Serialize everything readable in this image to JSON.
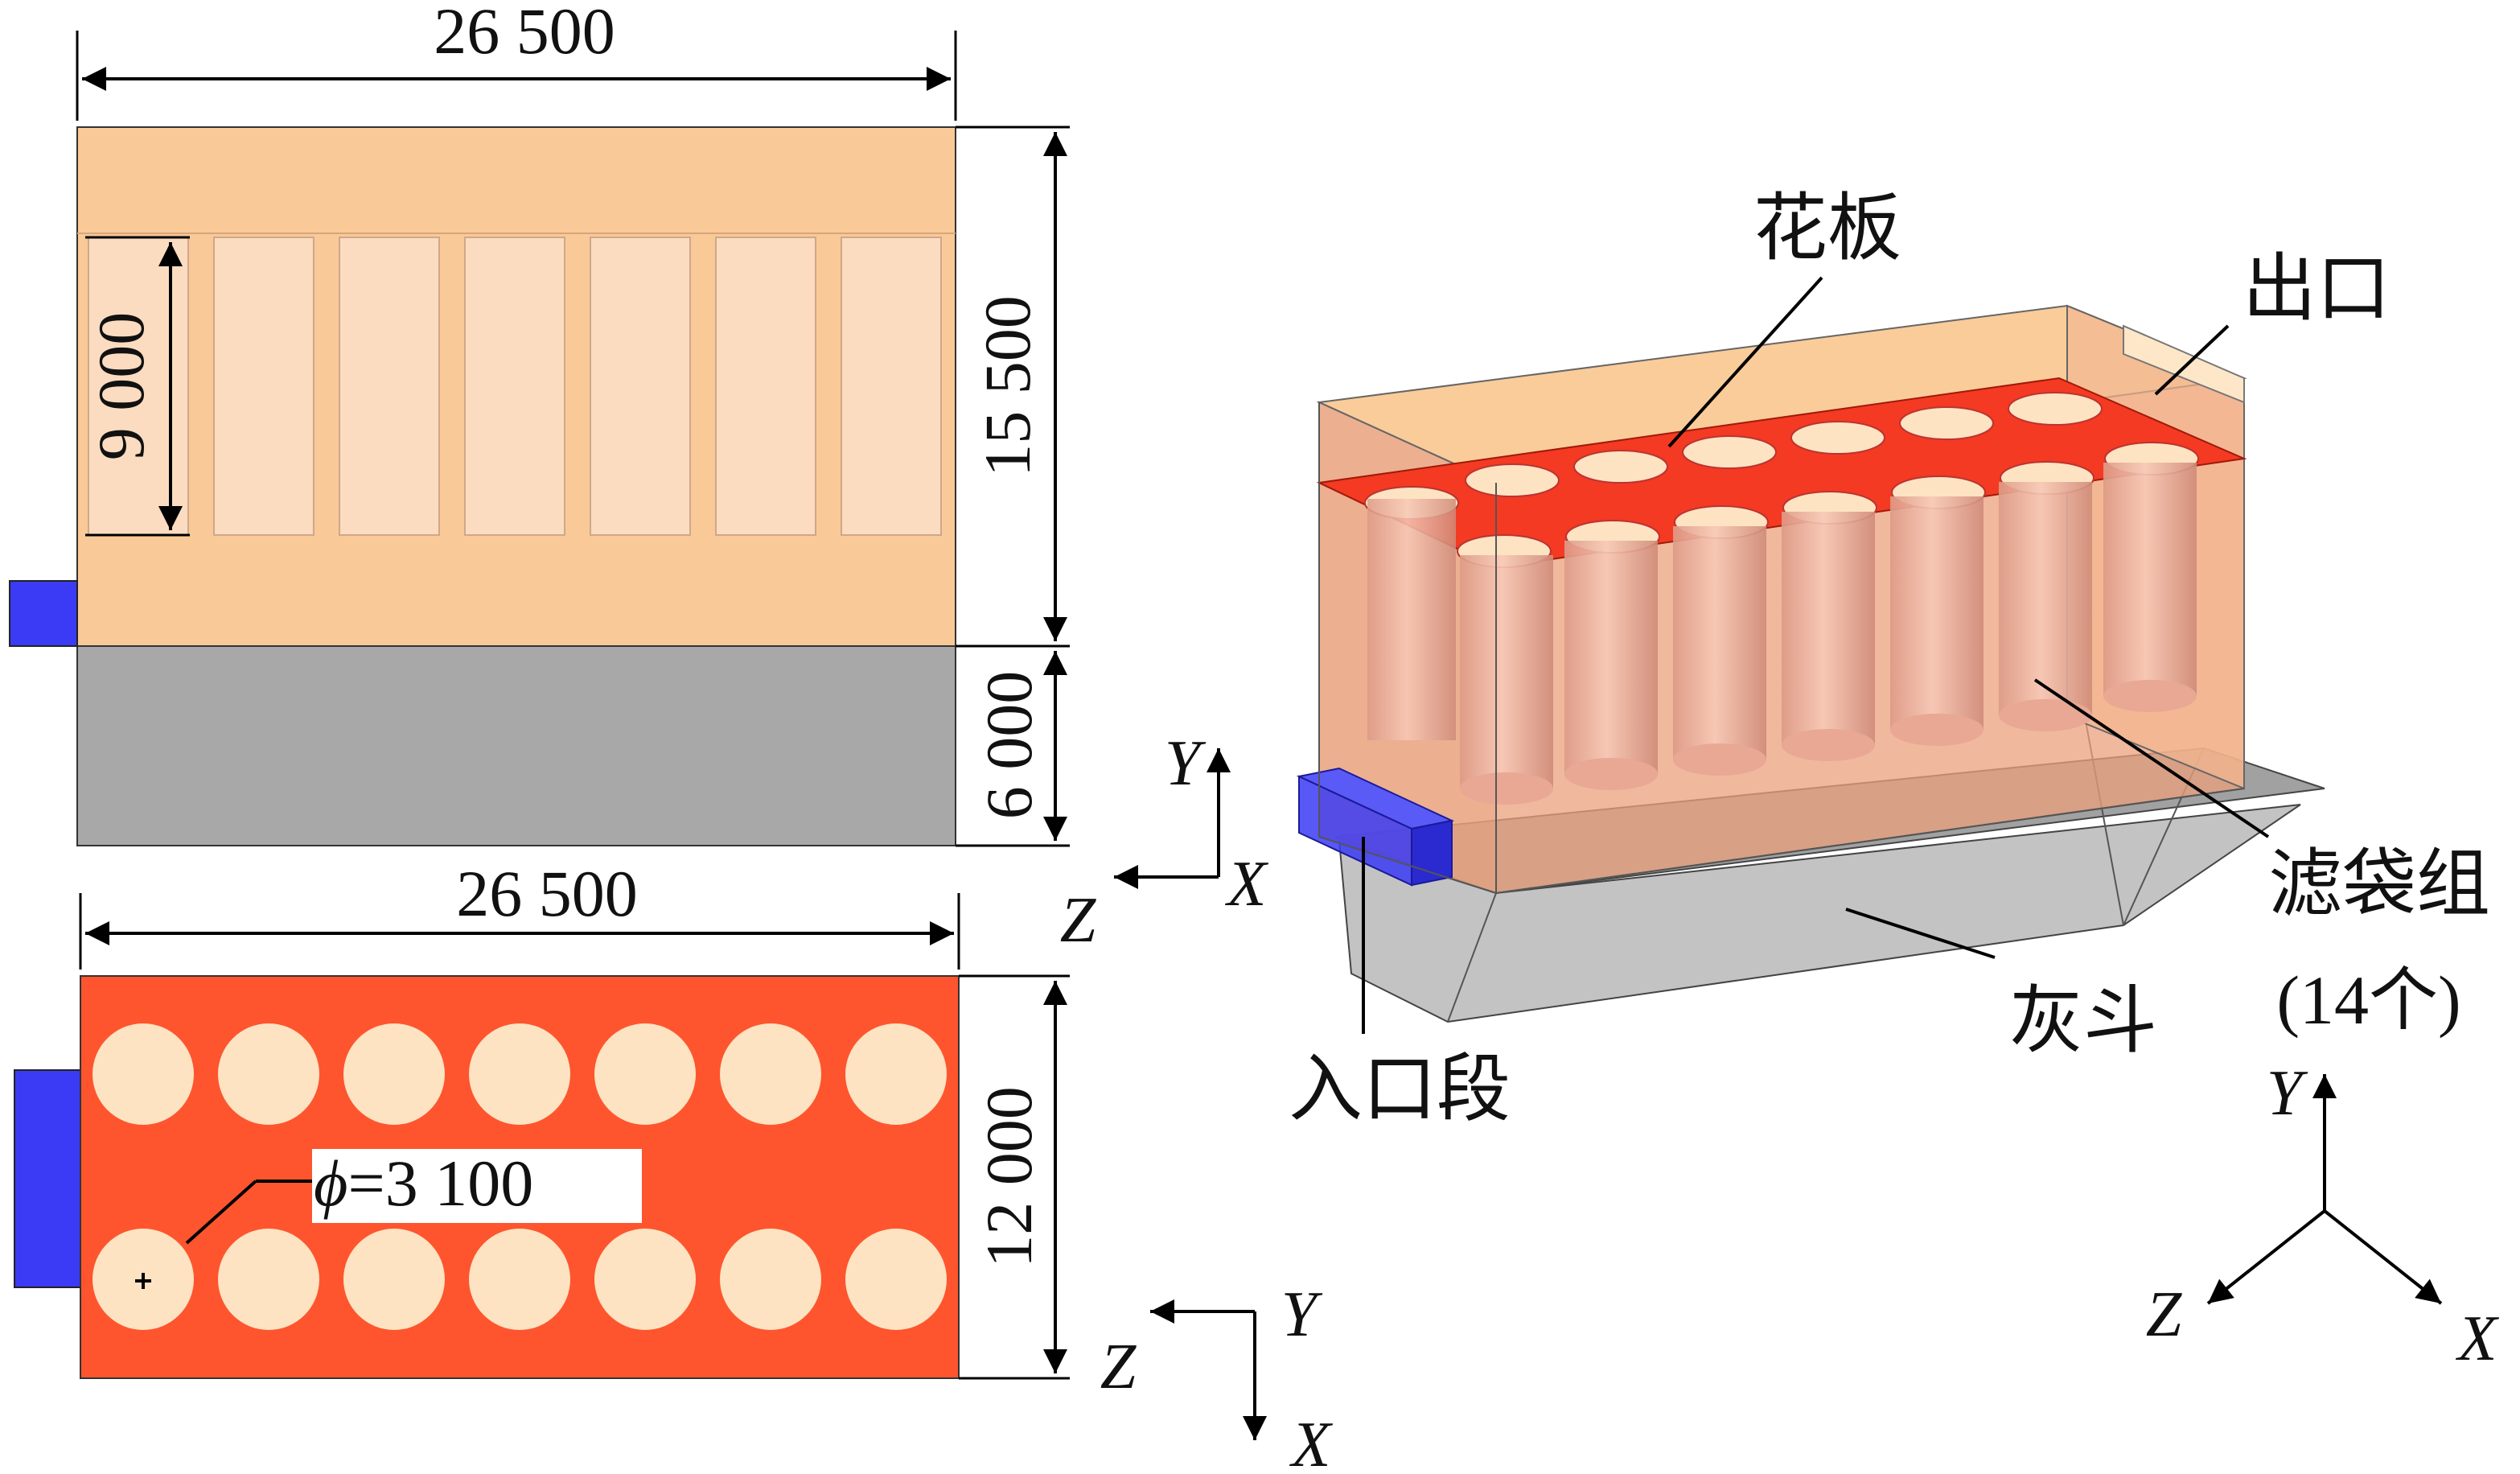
{
  "colors": {
    "body_light": "#f9c998",
    "bag": "#fbdcc0",
    "hopper": "#a8a8a8",
    "plate": "#fe552e",
    "hole": "#fde3c2",
    "inlet": "#3b3bf5",
    "plate_3d": "#f43a22",
    "body_3d": "#eba07c"
  },
  "dimensions": {
    "width_top": "26 500",
    "width_bottom": "26 500",
    "height_total": "15 500",
    "height_bag": "9 000",
    "height_hopper": "6 000",
    "depth": "12 000",
    "diameter": "3 100"
  },
  "labels": {
    "phi": "ϕ",
    "eq": "=",
    "plate": "花板",
    "outlet": "出口",
    "bags_line1": "滤袋组",
    "bags_line2": "(14个)",
    "hopper": "灰斗",
    "inlet": "入口段"
  },
  "axes": {
    "front": {
      "x": "X",
      "y": "Y",
      "z": "Z"
    },
    "top": {
      "x": "X",
      "y": "Y",
      "z": "Z"
    },
    "iso": {
      "x": "X",
      "y": "Y",
      "z": "Z"
    }
  }
}
